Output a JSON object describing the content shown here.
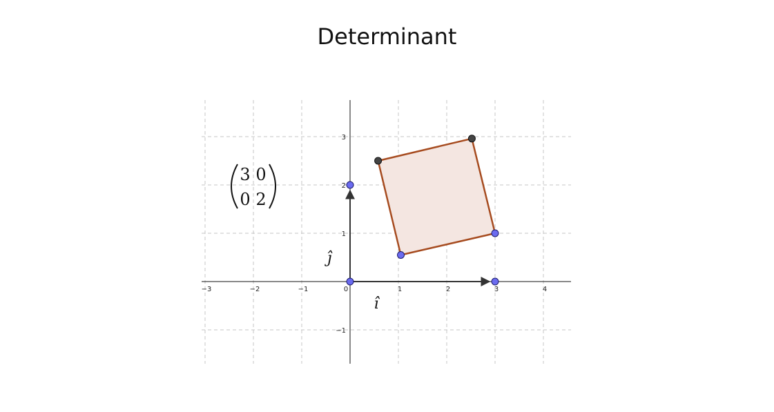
{
  "title": "Determinant",
  "axes": {
    "x_ticks": [
      "-3",
      "-2",
      "-1",
      "0",
      "1",
      "2",
      "3",
      "4"
    ],
    "y_ticks": [
      "-1",
      "1",
      "2",
      "3"
    ],
    "xlim": [
      -3.1,
      4.6
    ],
    "ylim": [
      -1.7,
      3.8
    ],
    "grid": true
  },
  "matrix": {
    "row1": [
      "3",
      "0"
    ],
    "row2": [
      "0",
      "2"
    ]
  },
  "basis_vectors": [
    {
      "name": "i-hat",
      "label": "î",
      "from": [
        0,
        0
      ],
      "to": [
        3,
        0
      ]
    },
    {
      "name": "j-hat",
      "label": "ĵ",
      "from": [
        0,
        0
      ],
      "to": [
        0,
        2
      ]
    }
  ],
  "parallelogram": {
    "vertices": [
      [
        1.05,
        0.55
      ],
      [
        3,
        1
      ],
      [
        2.52,
        2.96
      ],
      [
        0.58,
        2.5
      ]
    ],
    "fill": "#f4e6e1",
    "stroke": "#a64b1f"
  },
  "points": {
    "blue": [
      [
        0,
        0
      ],
      [
        3,
        0
      ],
      [
        0,
        2
      ],
      [
        1.05,
        0.55
      ],
      [
        3,
        1
      ]
    ],
    "dark": [
      [
        2.52,
        2.96
      ],
      [
        0.58,
        2.5
      ]
    ]
  },
  "colors": {
    "blue_point": "#6b6bf0",
    "dark_point": "#444444",
    "axis": "#111111",
    "grid": "#c4c4c4",
    "vector": "#333333"
  }
}
